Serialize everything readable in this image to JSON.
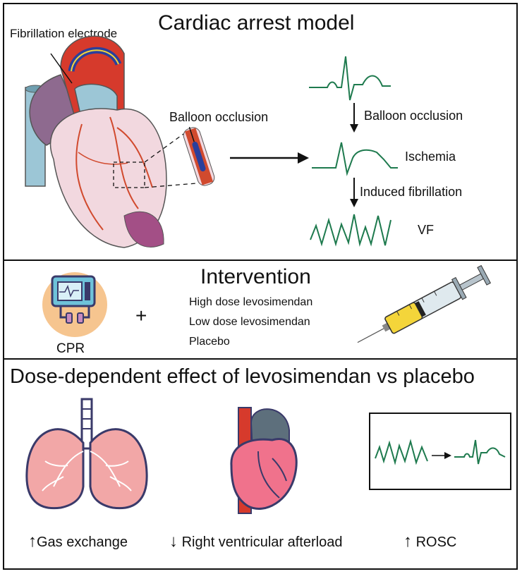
{
  "panels": {
    "model": {
      "title": "Cardiac arrest model",
      "electrode_label": "Fibrillation electrode",
      "balloon_label": "Balloon occlusion",
      "steps": [
        {
          "label": "Balloon occlusion"
        },
        {
          "label": "Ischemia"
        },
        {
          "label": "Induced fibrillation"
        },
        {
          "label": "VF"
        }
      ]
    },
    "intervention": {
      "title": "Intervention",
      "cpr_label": "CPR",
      "plus": "+",
      "arms": [
        "High dose levosimendan",
        "Low dose levosimendan",
        "Placebo"
      ]
    },
    "effects": {
      "title": "Dose-dependent effect of levosimendan vs placebo",
      "outcomes": [
        {
          "direction": "up",
          "label": "Gas exchange"
        },
        {
          "direction": "down",
          "label": "Right ventricular afterload"
        },
        {
          "direction": "up",
          "label": "ROSC"
        }
      ]
    }
  },
  "colors": {
    "ecg_green": "#1e7a4e",
    "heart_pink": "#f2d8df",
    "heart_purple": "#8e6a8f",
    "vessel_blue": "#9cc6d6",
    "artery_red": "#d14a2e",
    "lung_pink": "#f2a7a7",
    "syringe_yellow": "#f4d53a"
  },
  "icons": [
    "heart-illustration",
    "artery-balloon-icon",
    "cpr-machine-icon",
    "syringe-icon",
    "lungs-icon",
    "heart-icon",
    "ecg-monitor-icon"
  ]
}
